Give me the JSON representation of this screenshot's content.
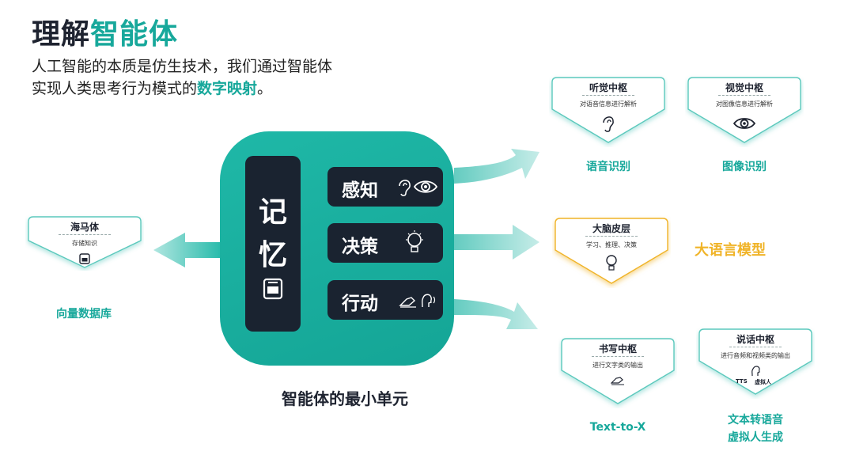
{
  "header": {
    "title_main": "理解",
    "title_highlight": "智能体",
    "subtitle_line1": "人工智能的本质是仿生技术，我们通过智能体",
    "subtitle_line2_pre": "实现人类思考行为模式的",
    "subtitle_line2_highlight": "数字映射",
    "subtitle_line2_post": "。"
  },
  "hub": {
    "memory_char1": "记",
    "memory_char2": "忆",
    "perception": "感知",
    "decision": "决策",
    "action": "行动",
    "caption": "智能体的最小单元"
  },
  "cards": {
    "hippocampus": {
      "title": "海马体",
      "desc": "存储知识",
      "label": "向量数据库"
    },
    "auditory": {
      "title": "听觉中枢",
      "desc": "对语音信息进行解析",
      "label": "语音识别"
    },
    "visual": {
      "title": "视觉中枢",
      "desc": "对图像信息进行解析",
      "label": "图像识别"
    },
    "cortex": {
      "title": "大脑皮层",
      "desc": "学习、推理、决策",
      "label": "大语言模型"
    },
    "writing": {
      "title": "书写中枢",
      "desc": "进行文字类的输出",
      "label": "Text-to-X"
    },
    "speech": {
      "title": "说话中枢",
      "desc": "进行音频和视频类的输出",
      "tts": "TTS",
      "avatar": "虚拟人",
      "label_line1": "文本转语音",
      "label_line2": "虚拟人生成"
    }
  },
  "colors": {
    "teal": "#17a89b",
    "dark": "#1a2330",
    "gold": "#f0b429"
  }
}
